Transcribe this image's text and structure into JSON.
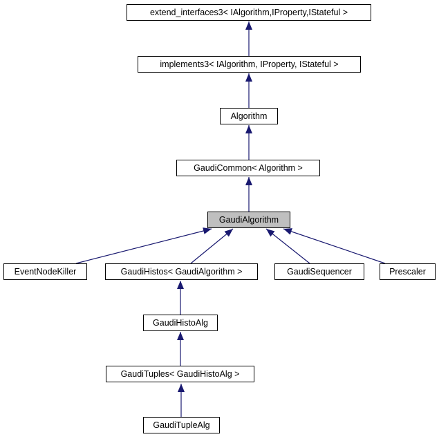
{
  "diagram": {
    "kind": "class-inheritance-graph",
    "selected_node": "GaudiAlgorithm",
    "colors": {
      "arrow": "#191970",
      "node_border": "#000000",
      "node_fill": "#ffffff",
      "selected_node_fill": "#bfbfbf",
      "text": "#000000",
      "background": "#ffffff"
    },
    "nodes": [
      {
        "id": "extend_interfaces3",
        "label": "extend_interfaces3< IAlgorithm,IProperty,IStateful >"
      },
      {
        "id": "implements3",
        "label": "implements3< IAlgorithm, IProperty, IStateful >"
      },
      {
        "id": "algorithm",
        "label": "Algorithm"
      },
      {
        "id": "gaudicommon",
        "label": "GaudiCommon< Algorithm >"
      },
      {
        "id": "gaudialgorithm",
        "label": "GaudiAlgorithm",
        "selected": true
      },
      {
        "id": "eventnodekiller",
        "label": "EventNodeKiller"
      },
      {
        "id": "gaudihistos",
        "label": "GaudiHistos< GaudiAlgorithm >"
      },
      {
        "id": "gaudisequencer",
        "label": "GaudiSequencer"
      },
      {
        "id": "prescaler",
        "label": "Prescaler"
      },
      {
        "id": "gaudihistoalg",
        "label": "GaudiHistoAlg"
      },
      {
        "id": "gaudituples",
        "label": "GaudiTuples< GaudiHistoAlg >"
      },
      {
        "id": "gaudituplealg",
        "label": "GaudiTupleAlg"
      }
    ],
    "edges": [
      {
        "from": "implements3",
        "to": "extend_interfaces3"
      },
      {
        "from": "algorithm",
        "to": "implements3"
      },
      {
        "from": "gaudicommon",
        "to": "algorithm"
      },
      {
        "from": "gaudialgorithm",
        "to": "gaudicommon"
      },
      {
        "from": "eventnodekiller",
        "to": "gaudialgorithm"
      },
      {
        "from": "gaudihistos",
        "to": "gaudialgorithm"
      },
      {
        "from": "gaudisequencer",
        "to": "gaudialgorithm"
      },
      {
        "from": "prescaler",
        "to": "gaudialgorithm"
      },
      {
        "from": "gaudihistoalg",
        "to": "gaudihistos"
      },
      {
        "from": "gaudituples",
        "to": "gaudihistoalg"
      },
      {
        "from": "gaudituplealg",
        "to": "gaudituples"
      }
    ]
  }
}
